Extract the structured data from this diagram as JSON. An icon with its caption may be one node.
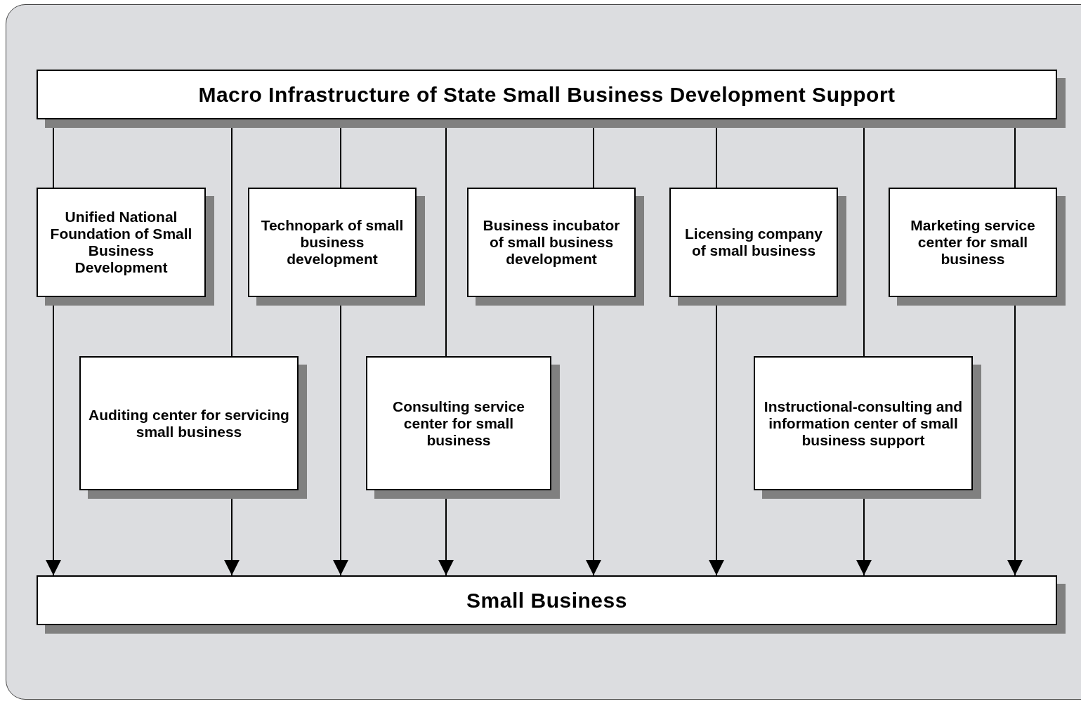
{
  "diagram": {
    "nodes": [
      {
        "text": [
          "Macro Infrastructure of State Small Business Development Support"
        ]
      },
      {
        "text": [
          "Unified National Foundation of Small Business Development"
        ]
      },
      {
        "text": [
          "Technopark of small business development"
        ]
      },
      {
        "text": [
          "Business incubator of small business development"
        ]
      },
      {
        "text": [
          "Licensing company of small business"
        ]
      },
      {
        "text": [
          "Marketing service center for small business"
        ]
      },
      {
        "text": [
          "Auditing center for servicing small business"
        ]
      },
      {
        "text": [
          "Consulting service center for small business"
        ]
      },
      {
        "text": [
          "Instructional-consulting and information center of small business support"
        ]
      },
      {
        "text": [
          "Small Business"
        ]
      }
    ],
    "edges": [
      {
        "from": 0,
        "to": 1,
        "arrow": "none"
      },
      {
        "from": 0,
        "to": 6,
        "arrow": "none"
      },
      {
        "from": 0,
        "to": 2,
        "arrow": "none"
      },
      {
        "from": 0,
        "to": 7,
        "arrow": "none"
      },
      {
        "from": 0,
        "to": 3,
        "arrow": "none"
      },
      {
        "from": 0,
        "to": 4,
        "arrow": "none"
      },
      {
        "from": 0,
        "to": 8,
        "arrow": "none"
      },
      {
        "from": 0,
        "to": 5,
        "arrow": "none"
      },
      {
        "from": 1,
        "to": 9,
        "arrow": "to"
      },
      {
        "from": 6,
        "to": 9,
        "arrow": "to"
      },
      {
        "from": 2,
        "to": 9,
        "arrow": "to"
      },
      {
        "from": 7,
        "to": 9,
        "arrow": "to"
      },
      {
        "from": 3,
        "to": 9,
        "arrow": "to"
      },
      {
        "from": 4,
        "to": 9,
        "arrow": "to"
      },
      {
        "from": 8,
        "to": 9,
        "arrow": "to"
      },
      {
        "from": 5,
        "to": 9,
        "arrow": "to"
      }
    ]
  }
}
